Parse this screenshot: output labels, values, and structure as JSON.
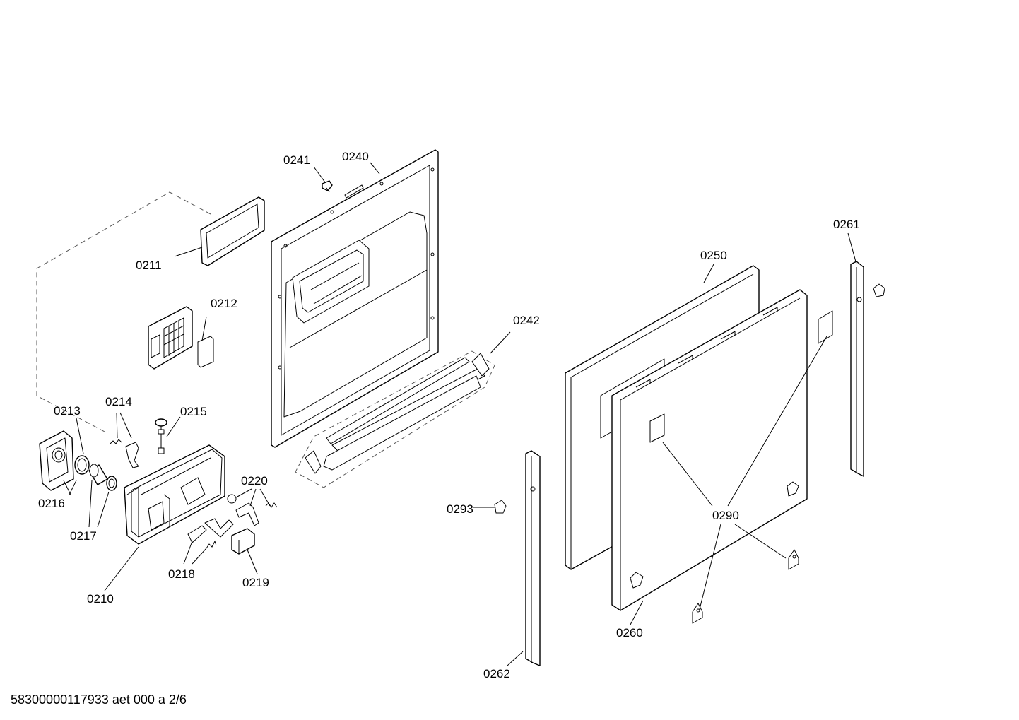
{
  "footer": "58300000117933 aet 000 a 2/6",
  "labels": {
    "p0210": "0210",
    "p0211": "0211",
    "p0212": "0212",
    "p0213": "0213",
    "p0214": "0214",
    "p0215": "0215",
    "p0216": "0216",
    "p0217": "0217",
    "p0218": "0218",
    "p0219": "0219",
    "p0220": "0220",
    "p0240": "0240",
    "p0241": "0241",
    "p0242": "0242",
    "p0250": "0250",
    "p0260": "0260",
    "p0261": "0261",
    "p0262": "0262",
    "p0290": "0290",
    "p0293": "0293"
  }
}
